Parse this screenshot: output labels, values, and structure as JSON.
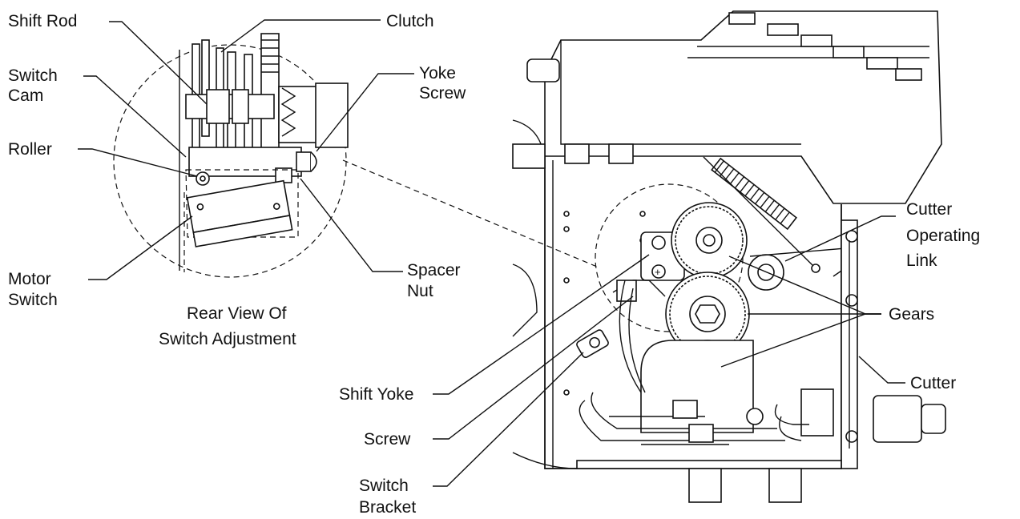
{
  "labels": {
    "shift_rod": "Shift Rod",
    "clutch": "Clutch",
    "switch_cam_1": "Switch",
    "switch_cam_2": "Cam",
    "yoke_screw_1": "Yoke",
    "yoke_screw_2": "Screw",
    "roller": "Roller",
    "motor_switch_1": "Motor",
    "motor_switch_2": "Switch",
    "spacer_nut_1": "Spacer",
    "spacer_nut_2": "Nut",
    "rear_view_1": "Rear View Of",
    "rear_view_2": "Switch Adjustment",
    "cutter_link_1": "Cutter",
    "cutter_link_2": "Operating",
    "cutter_link_3": "Link",
    "gears": "Gears",
    "cutter": "Cutter",
    "shift_yoke": "Shift Yoke",
    "screw": "Screw",
    "switch_bracket_1": "Switch",
    "switch_bracket_2": "Bracket"
  }
}
